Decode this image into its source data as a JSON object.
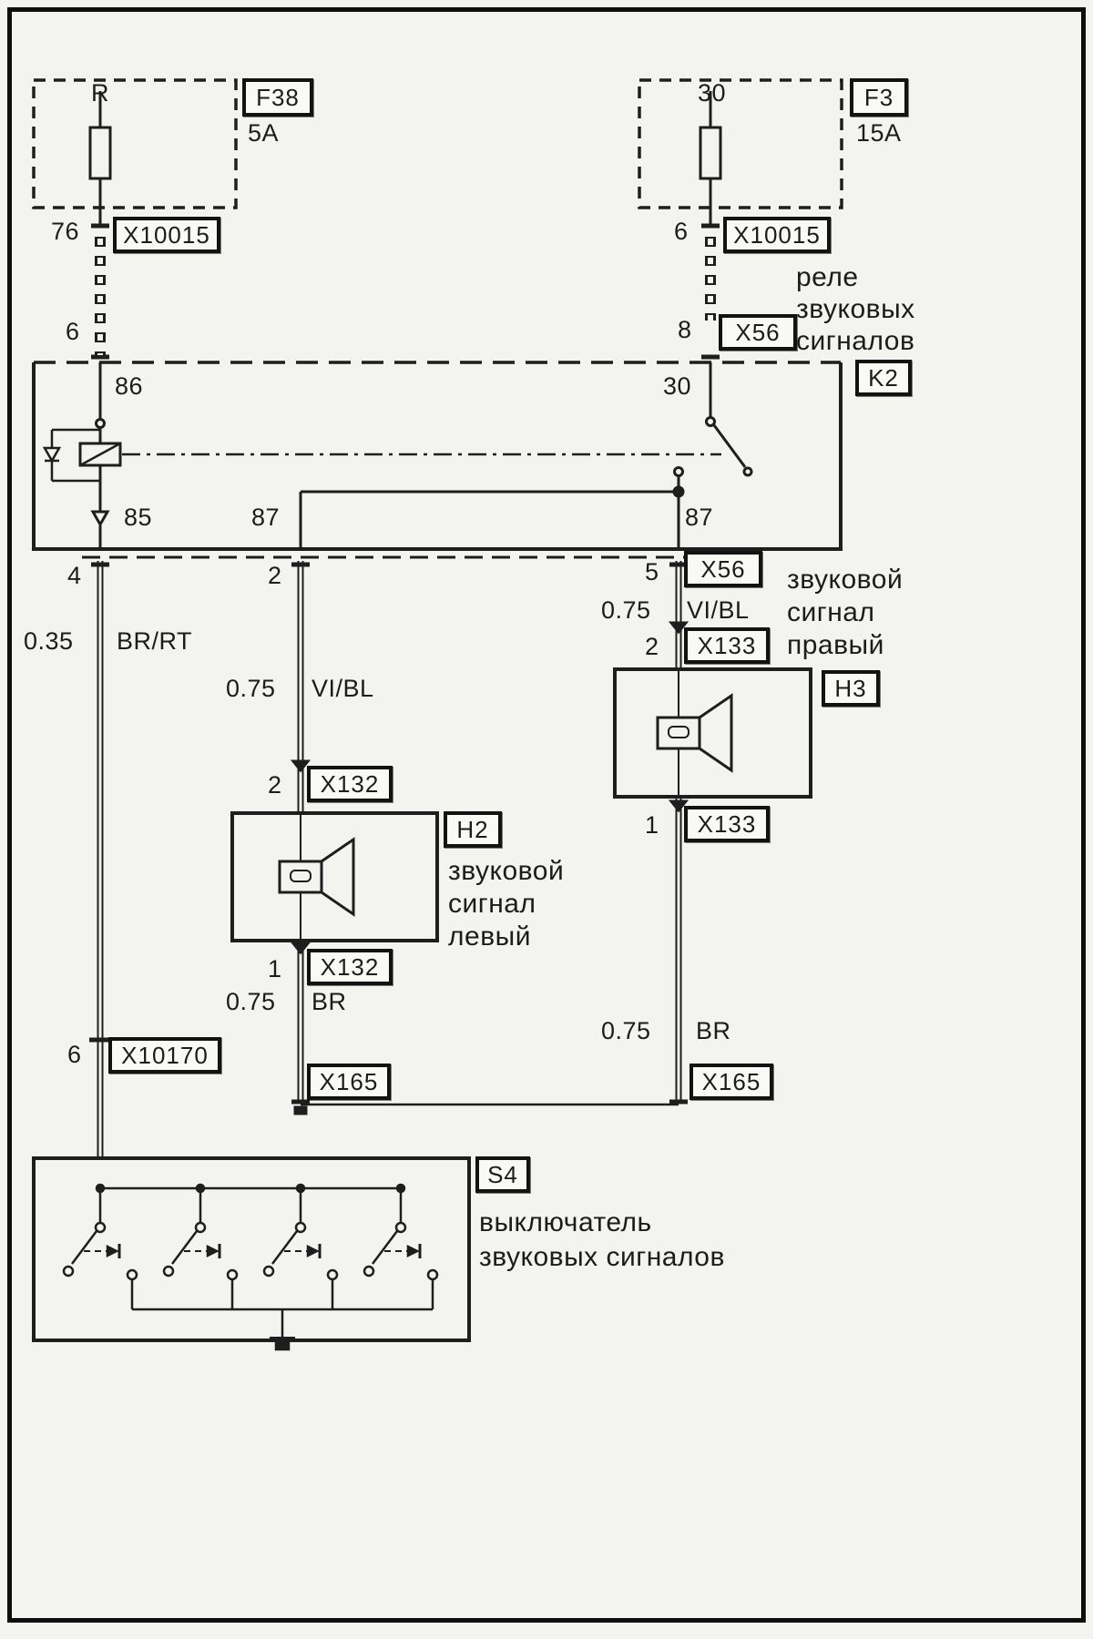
{
  "fuse_left": {
    "terminal": "R",
    "code": "F38",
    "rating": "5A"
  },
  "conn_left": {
    "pin": "76",
    "label": "X10015",
    "pin_relay": "6"
  },
  "fuse_right": {
    "terminal": "30",
    "code": "F3",
    "rating": "15A"
  },
  "conn_right": {
    "pin": "6",
    "label": "X10015",
    "pin_relay": "8",
    "relay_conn": "X56"
  },
  "relay": {
    "code": "K2",
    "title": [
      "реле",
      "звуковых",
      "сигналов"
    ],
    "pin86": "86",
    "pin30": "30",
    "pin85": "85",
    "pin87a": "87",
    "pin87b": "87"
  },
  "left_branch": {
    "pin": "4",
    "gauge": "0.35",
    "wire": "BR/RT",
    "pin_conn": "6",
    "conn": "X10170"
  },
  "mid_branch": {
    "pin": "2",
    "gauge_top": "0.75",
    "wire_top": "VI/BL",
    "pin_in": "2",
    "conn_in": "X132",
    "pin_out": "1",
    "conn_out": "X132",
    "gauge_bot": "0.75",
    "wire_bot": "BR",
    "conn_gnd": "X165"
  },
  "right_branch": {
    "pin": "5",
    "conn_top": "X56",
    "gauge_top": "0.75",
    "wire_top": "VI/BL",
    "pin_in": "2",
    "conn_in": "X133",
    "pin_out": "1",
    "conn_out": "X133",
    "gauge_bot": "0.75",
    "wire_bot": "BR",
    "conn_gnd": "X165"
  },
  "horn_left": {
    "code": "H2",
    "title": [
      "звуковой",
      "сигнал",
      "левый"
    ]
  },
  "horn_right": {
    "code": "H3",
    "title": [
      "звуковой",
      "сигнал",
      "правый"
    ]
  },
  "switch": {
    "code": "S4",
    "title": [
      "выключатель",
      "звуковых сигналов"
    ]
  }
}
